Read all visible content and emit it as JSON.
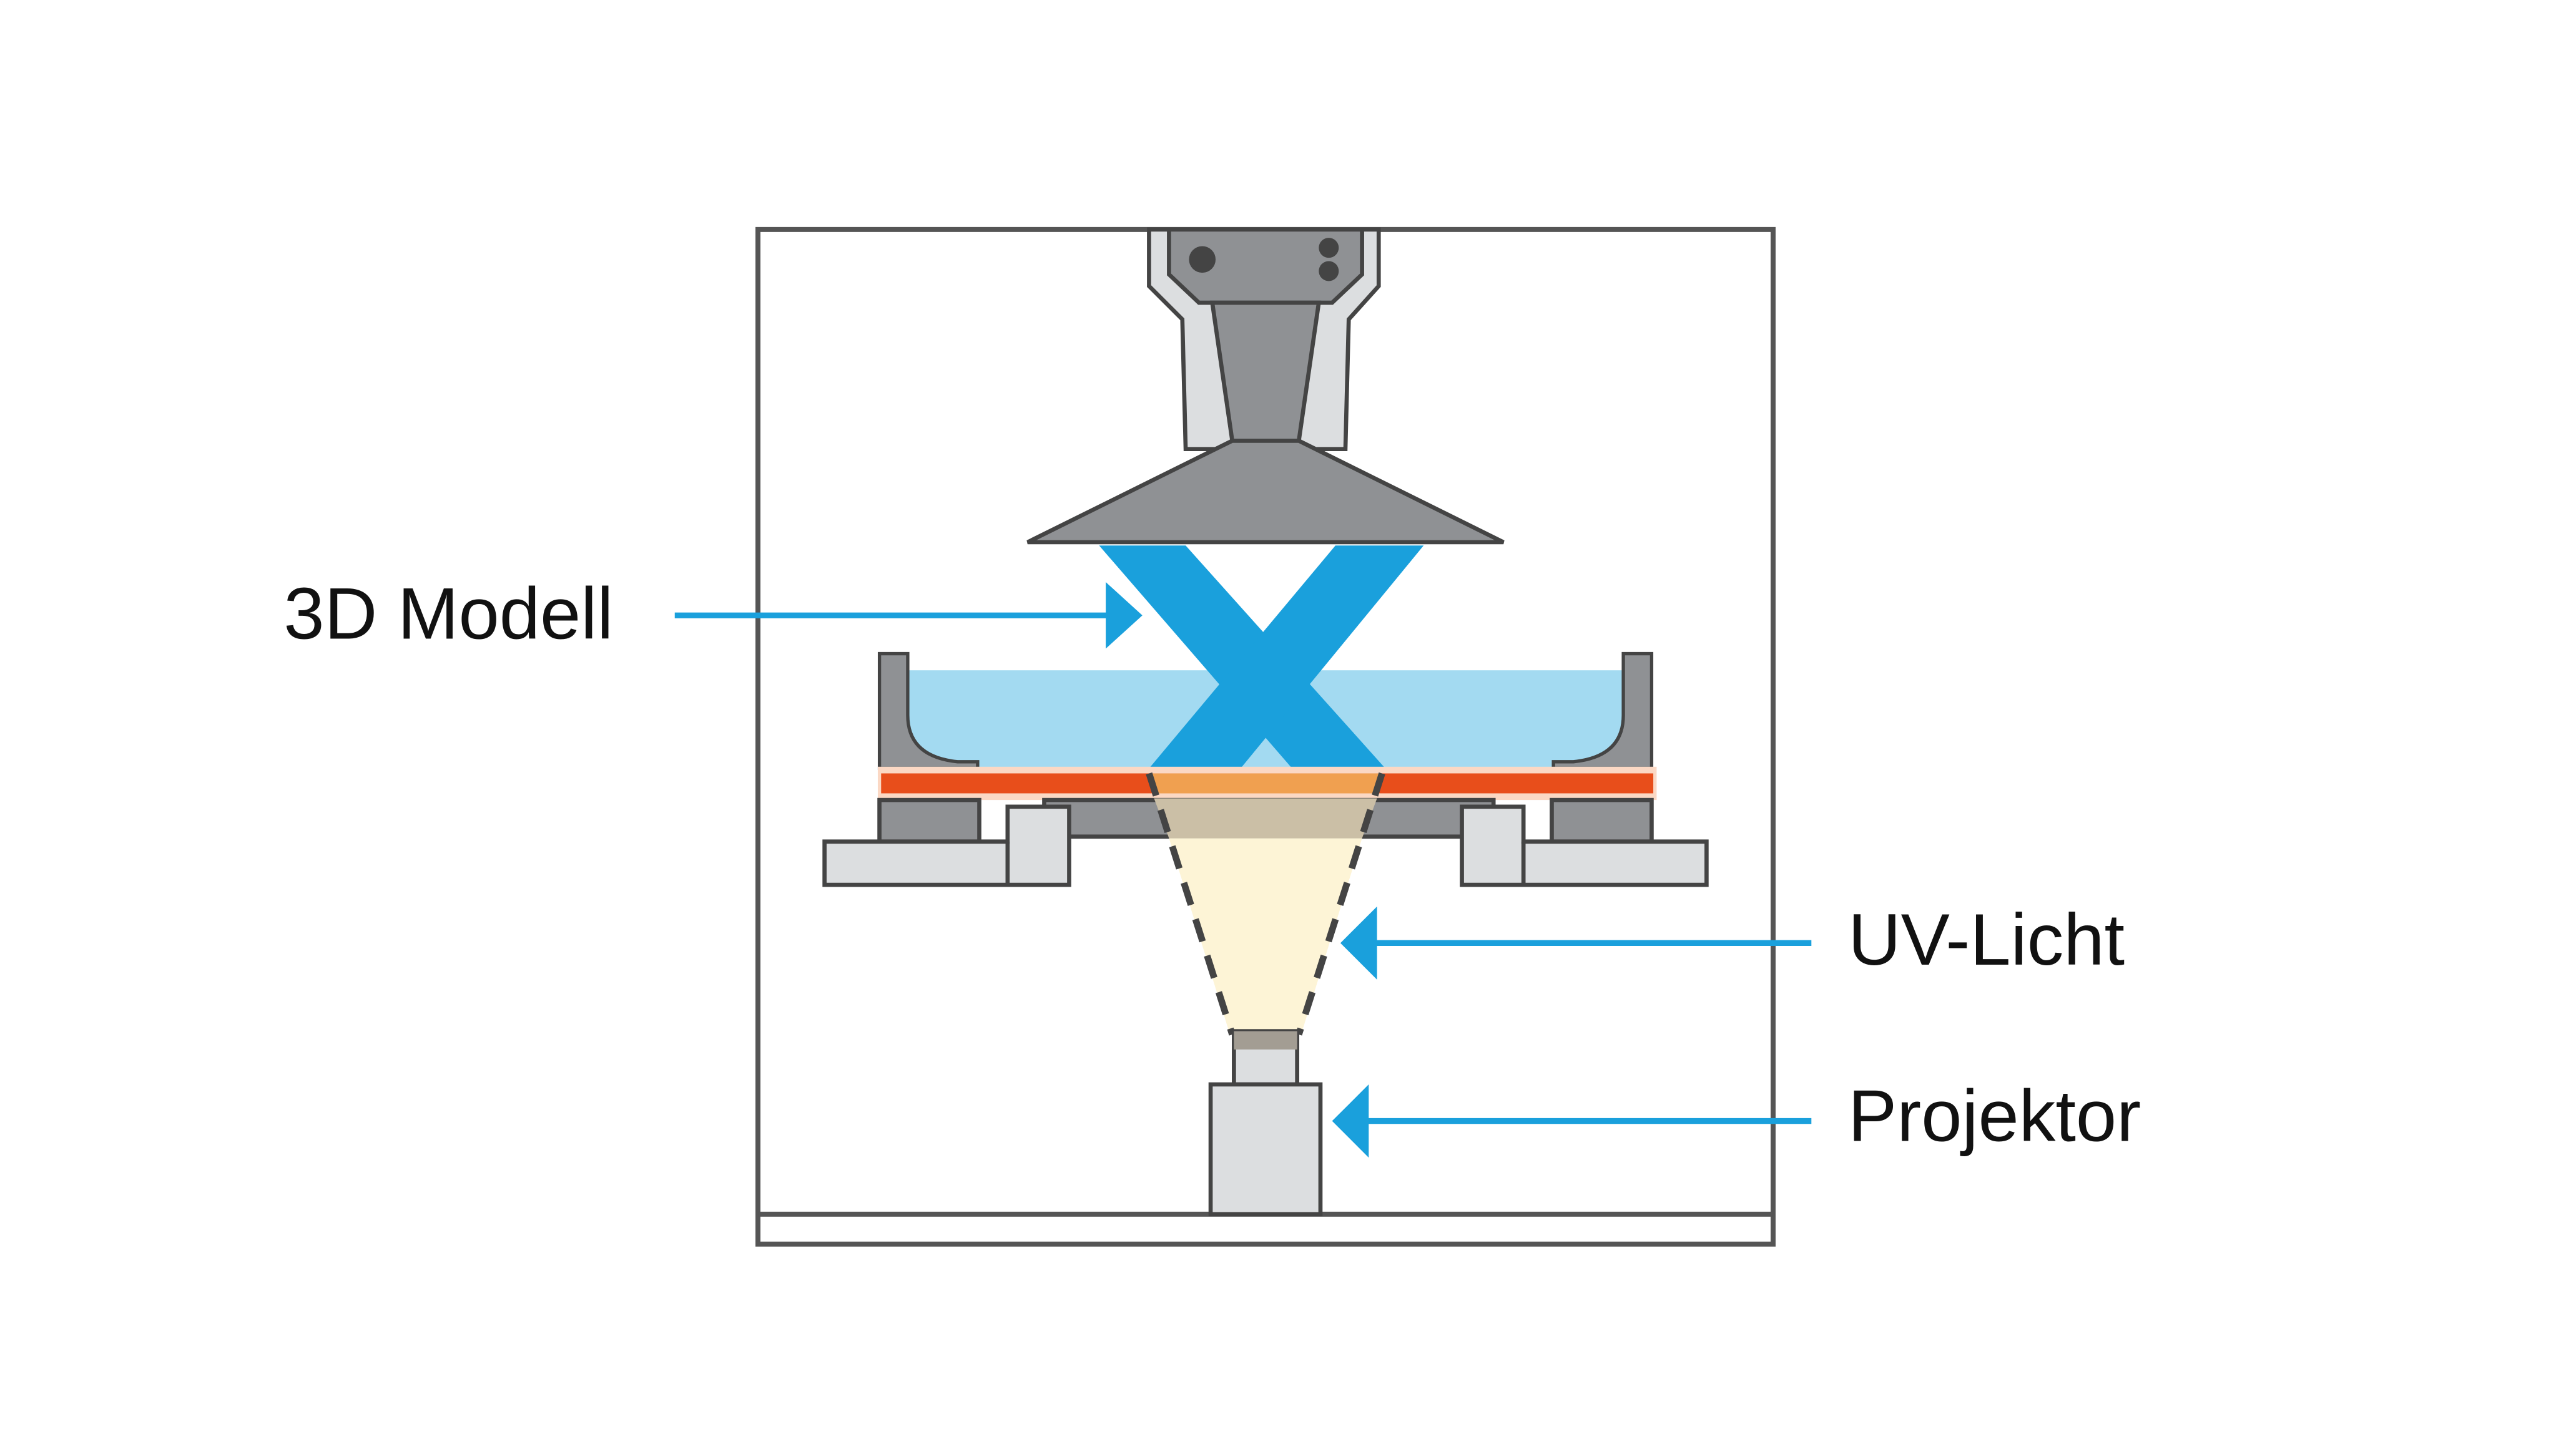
{
  "labels": {
    "model": "3D Modell",
    "uv_light": "UV-Licht",
    "projector": "Projektor"
  },
  "colors": {
    "accent_blue": "#1aa0dc",
    "resin": "#a3daf1",
    "film": "#e84e1b",
    "film_exposed": "#f0a050",
    "light_cone": "#fdf4d6",
    "metal_dark": "#8f9194",
    "metal_light": "#dcdee0",
    "outline": "#444"
  }
}
